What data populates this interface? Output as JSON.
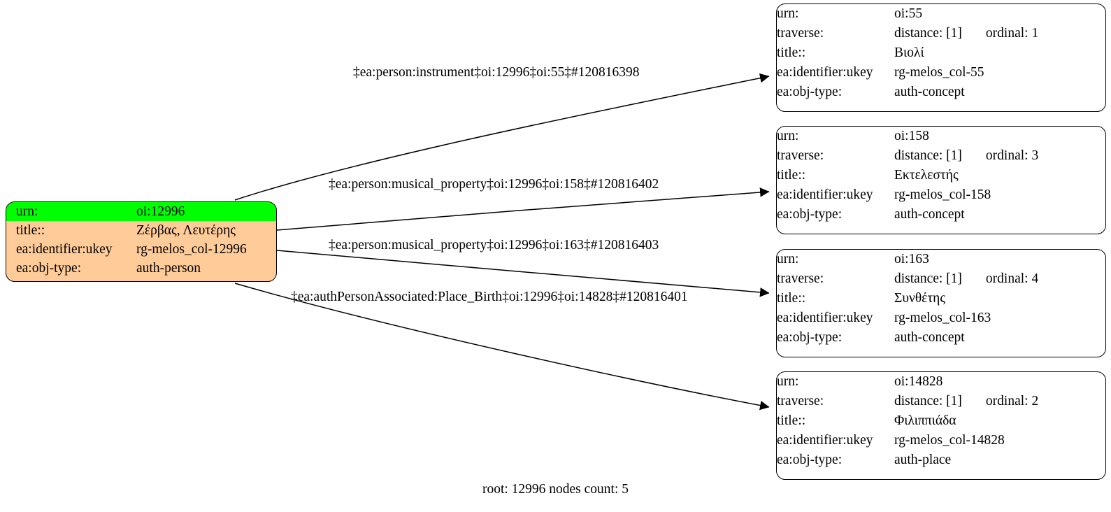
{
  "graph": {
    "caption": "root: 12996 nodes count: 5",
    "edge_separator": "‡",
    "colors": {
      "root_fill": "#ffcc99",
      "root_highlight": "#00ff00",
      "node_fill": "#ffffff",
      "border": "#000000",
      "text": "#000000"
    }
  },
  "root_node": {
    "rows": [
      {
        "key": "urn:",
        "value": "oi:12996",
        "highlight": true
      },
      {
        "key": "title::",
        "value": "Ζέρβας, Λευτέρης",
        "highlight": false
      },
      {
        "key": "ea:identifier:ukey",
        "value": "rg-melos_col-12996",
        "highlight": false
      },
      {
        "key": "ea:obj-type:",
        "value": "auth-person",
        "highlight": false
      }
    ]
  },
  "target_nodes": [
    {
      "rows": [
        {
          "key": "urn:",
          "value": "oi:55"
        },
        {
          "key": "traverse:",
          "distance": "distance: [1]",
          "ordinal": "ordinal: 1"
        },
        {
          "key": "title::",
          "value": "Βιολί"
        },
        {
          "key": "ea:identifier:ukey",
          "value": "rg-melos_col-55"
        },
        {
          "key": "ea:obj-type:",
          "value": "auth-concept"
        }
      ]
    },
    {
      "rows": [
        {
          "key": "urn:",
          "value": "oi:158"
        },
        {
          "key": "traverse:",
          "distance": "distance: [1]",
          "ordinal": "ordinal: 3"
        },
        {
          "key": "title::",
          "value": "Εκτελεστής"
        },
        {
          "key": "ea:identifier:ukey",
          "value": "rg-melos_col-158"
        },
        {
          "key": "ea:obj-type:",
          "value": "auth-concept"
        }
      ]
    },
    {
      "rows": [
        {
          "key": "urn:",
          "value": "oi:163"
        },
        {
          "key": "traverse:",
          "distance": "distance: [1]",
          "ordinal": "ordinal: 4"
        },
        {
          "key": "title::",
          "value": "Συνθέτης"
        },
        {
          "key": "ea:identifier:ukey",
          "value": "rg-melos_col-163"
        },
        {
          "key": "ea:obj-type:",
          "value": "auth-concept"
        }
      ]
    },
    {
      "rows": [
        {
          "key": "urn:",
          "value": "oi:14828"
        },
        {
          "key": "traverse:",
          "distance": "distance: [1]",
          "ordinal": "ordinal: 2"
        },
        {
          "key": "title::",
          "value": "Φιλιππιάδα"
        },
        {
          "key": "ea:identifier:ukey",
          "value": "rg-melos_col-14828"
        },
        {
          "key": "ea:obj-type:",
          "value": "auth-place"
        }
      ]
    }
  ],
  "edges": [
    {
      "label": "‡ea:person:instrument‡oi:12996‡oi:55‡#120816398"
    },
    {
      "label": "‡ea:person:musical_property‡oi:12996‡oi:158‡#120816402"
    },
    {
      "label": "‡ea:person:musical_property‡oi:12996‡oi:163‡#120816403"
    },
    {
      "label": "‡ea:authPersonAssociated:Place_Birth‡oi:12996‡oi:14828‡#120816401"
    }
  ]
}
